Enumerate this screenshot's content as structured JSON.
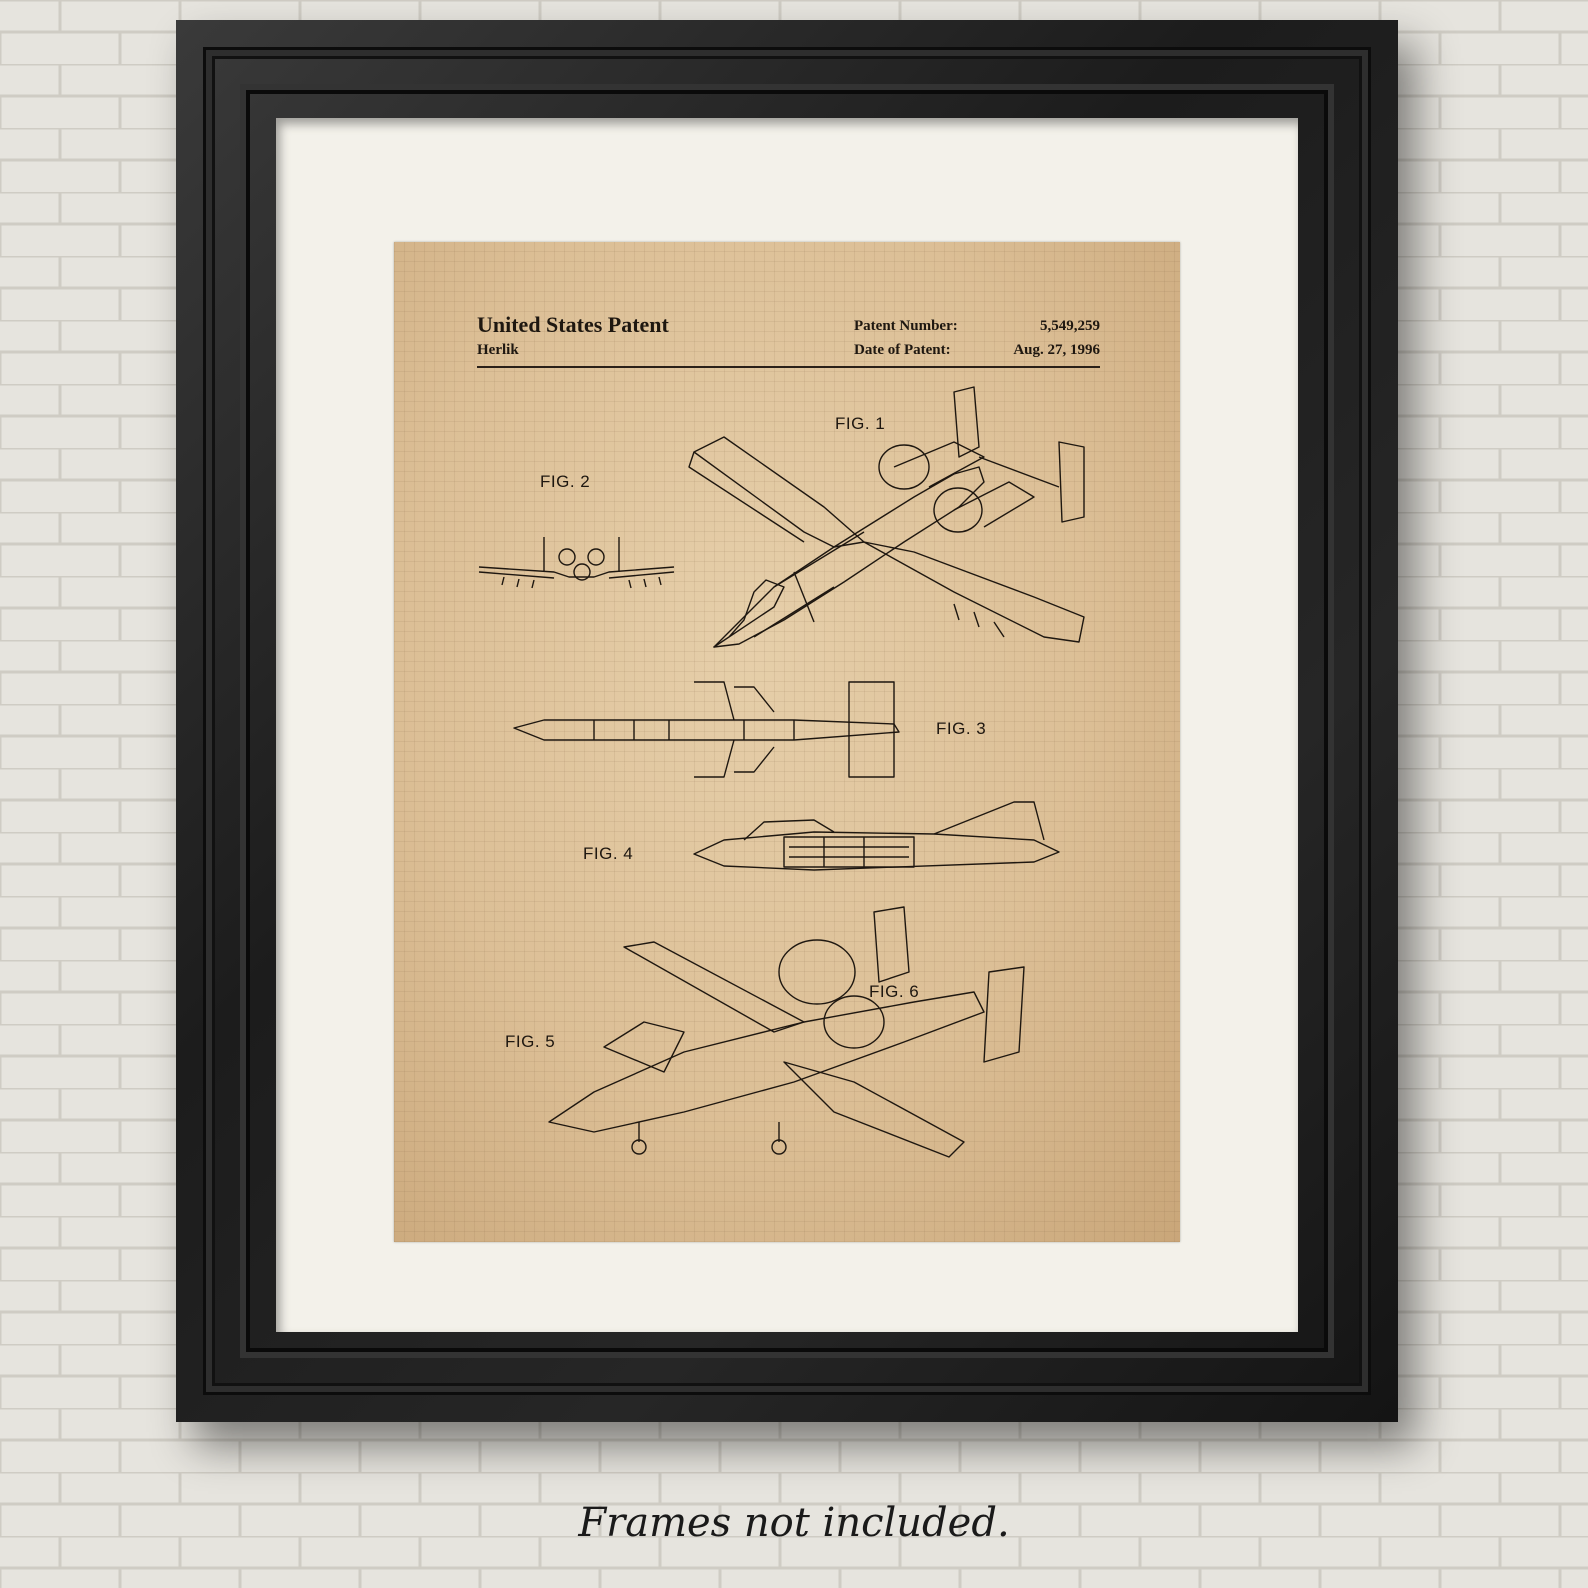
{
  "patent": {
    "title": "United States Patent",
    "inventor": "Herlik",
    "number_label": "Patent Number:",
    "number": "5,549,259",
    "date_label": "Date of Patent:",
    "date": "Aug. 27, 1996"
  },
  "figures": {
    "fig1": "FIG. 1",
    "fig2": "FIG. 2",
    "fig3": "FIG. 3",
    "fig4": "FIG. 4",
    "fig5": "FIG. 5",
    "fig6": "FIG. 6"
  },
  "caption": "Frames not included.",
  "colors": {
    "frame": "#1c1c1c",
    "mat": "#f3f1ea",
    "paper": "#dcbf96",
    "ink": "#1e1710",
    "wall": "#e4e2dc"
  }
}
